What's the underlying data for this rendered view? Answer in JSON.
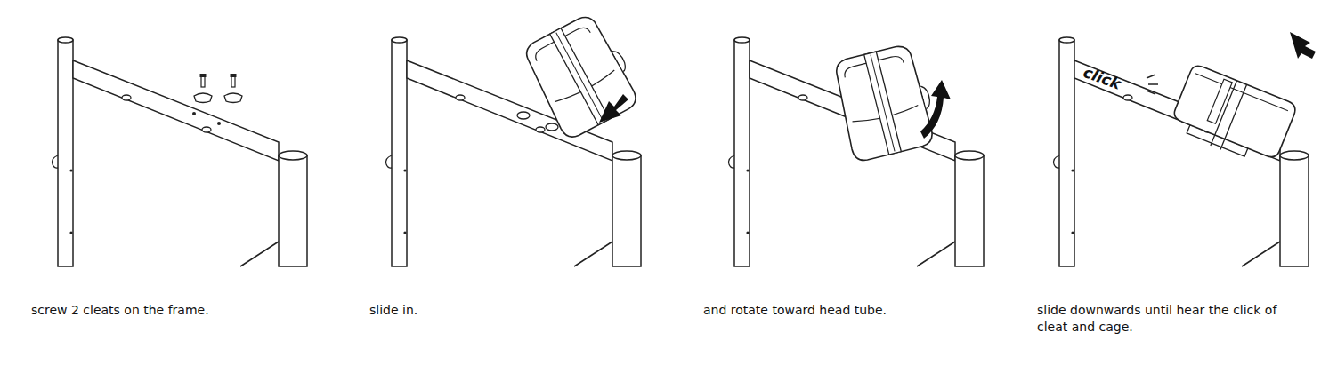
{
  "diagram": {
    "labels": [
      "screw 2 cleats on the frame.",
      "slide in.",
      "and rotate toward head tube.",
      "click",
      "slide downwards until hear the click of cleat and cage."
    ]
  }
}
